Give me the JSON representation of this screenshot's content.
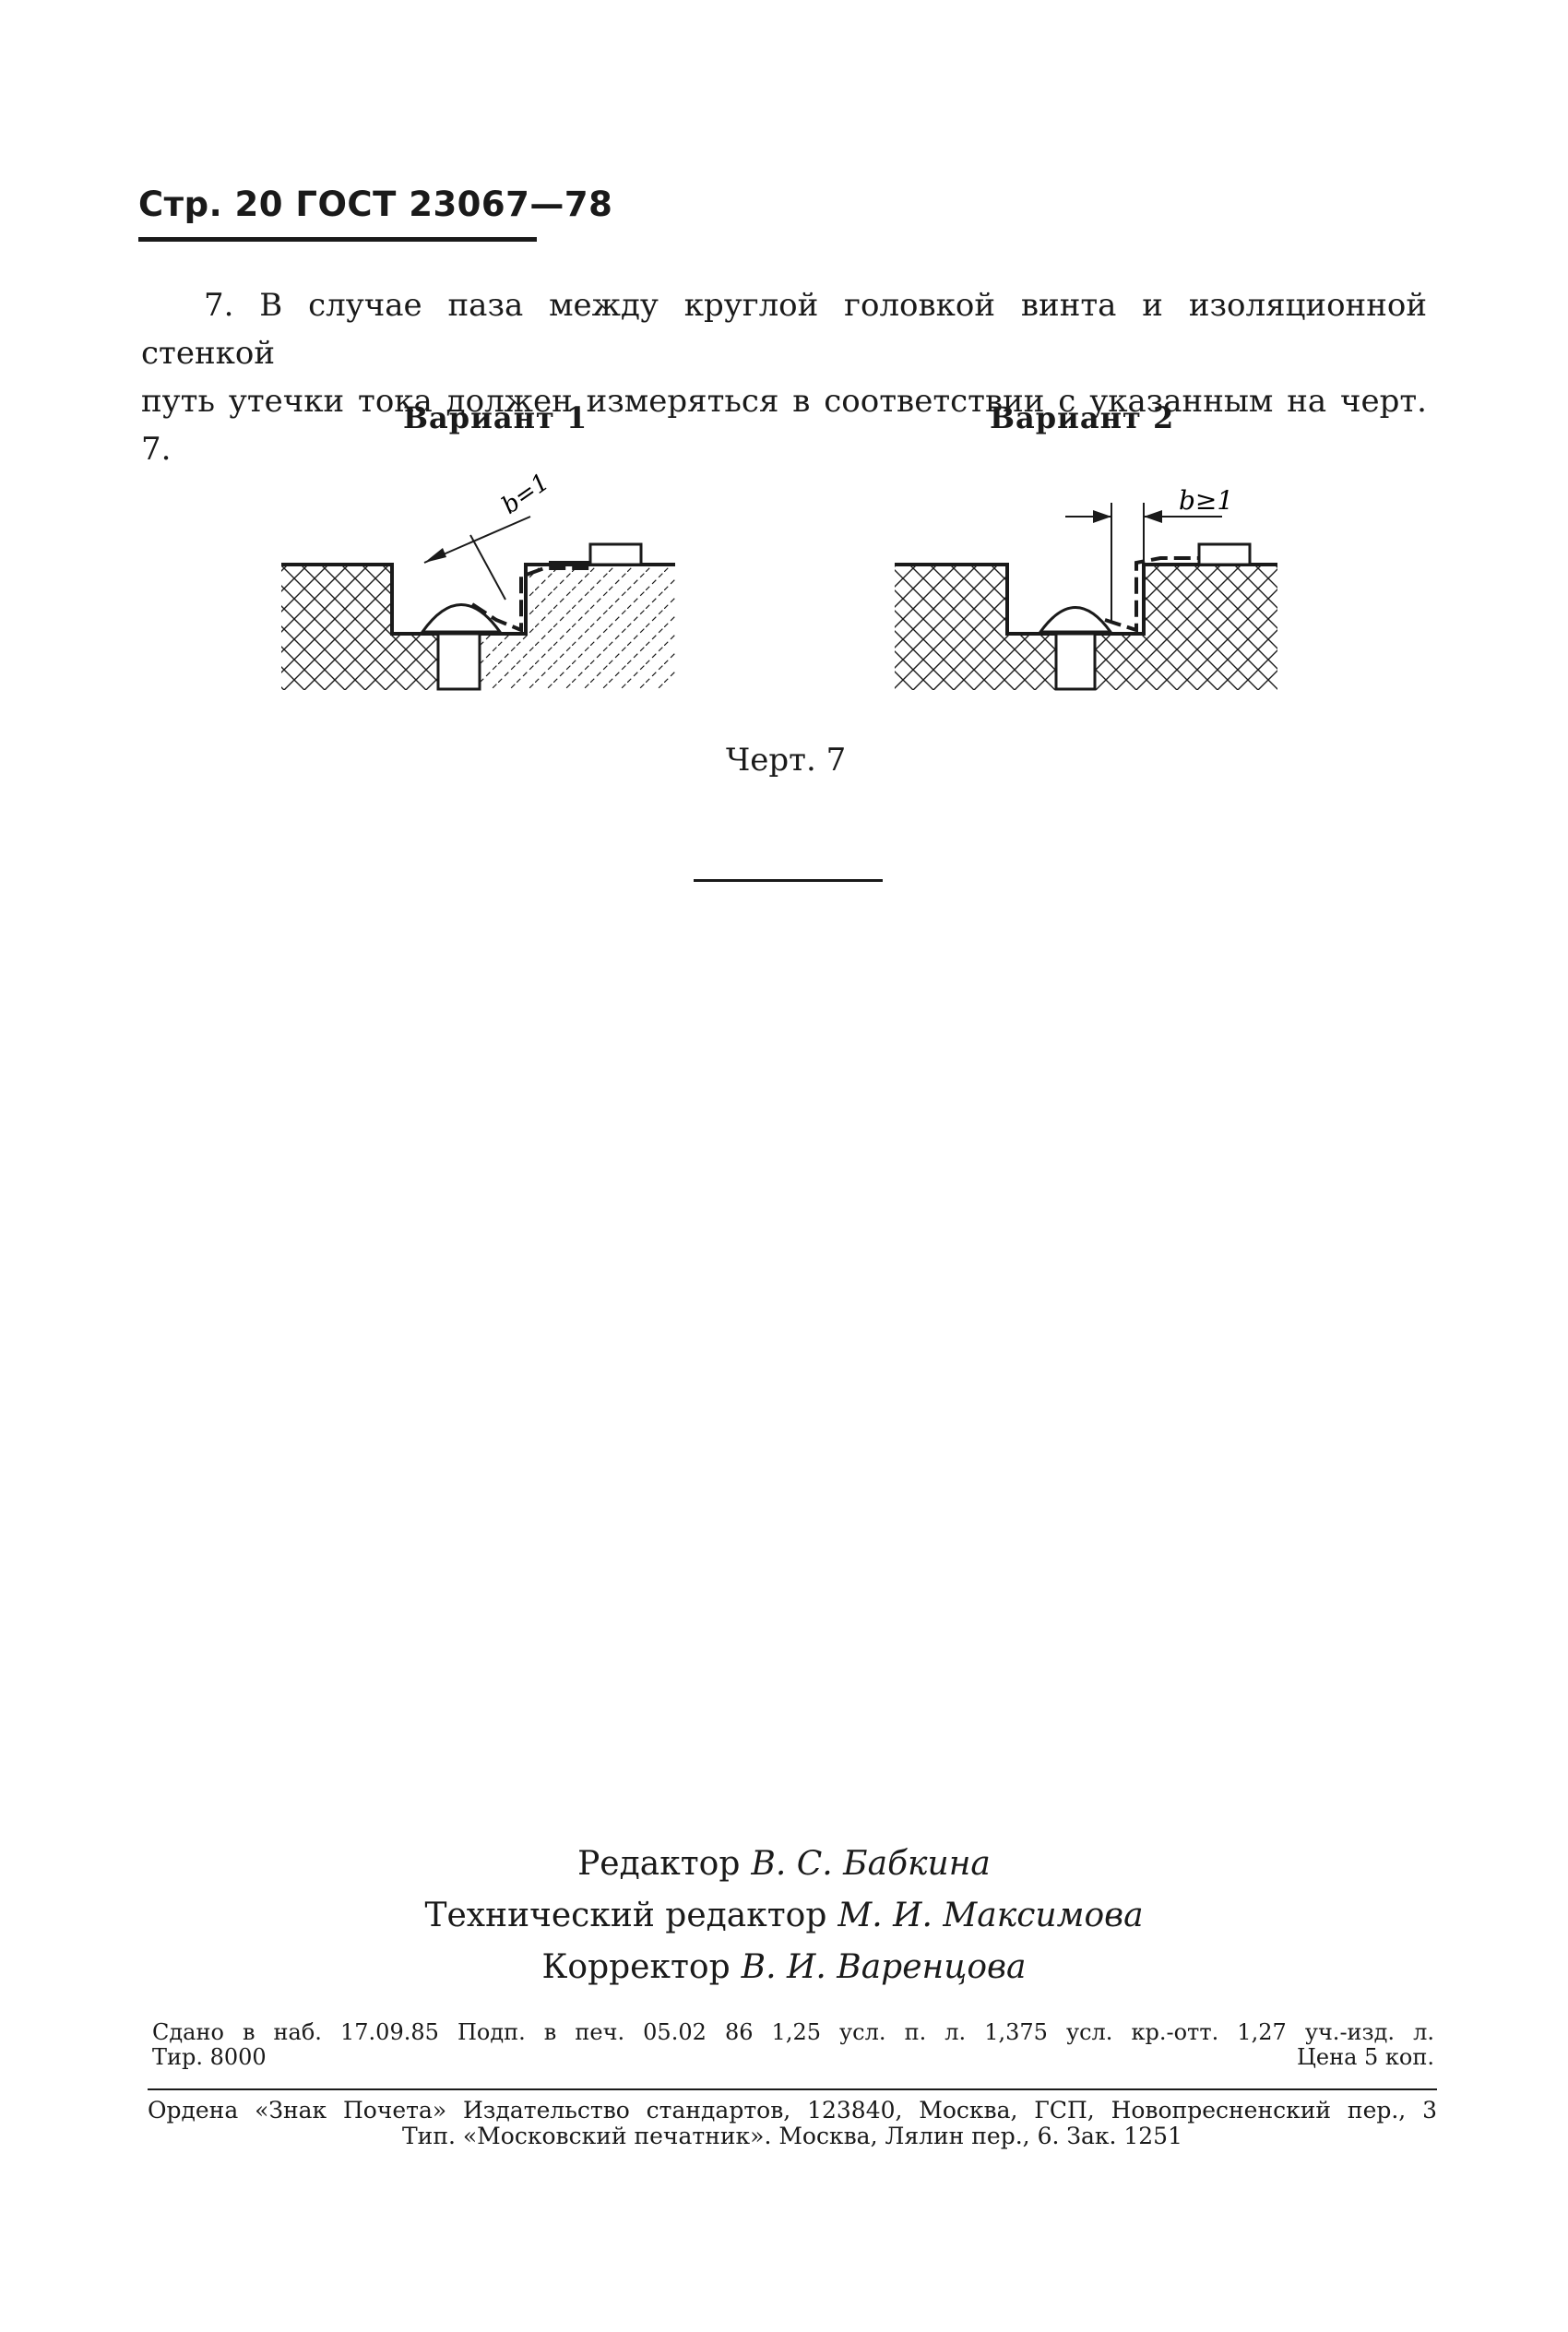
{
  "header": {
    "page_ref": "Стр. 20 ГОСТ 23067—78"
  },
  "paragraph": {
    "line1": "7. В случае паза между круглой головкой винта и изоляционной стенкой",
    "line2": "путь утечки тока должен измеряться в соответствии с указанным на черт. 7."
  },
  "figure": {
    "variant1_label": "Вариант 1",
    "variant2_label": "Вариант 2",
    "variant1_dimension": "b=1",
    "variant2_dimension": "b≥1",
    "caption": "Черт. 7"
  },
  "credits": {
    "editor_role": "Редактор",
    "editor_name": "В. С. Бабкина",
    "tech_editor_role": "Технический редактор",
    "tech_editor_name": "М. И. Максимова",
    "proofreader_role": "Корректор",
    "proofreader_name": "В. И. Варенцова"
  },
  "imprint": {
    "line1": "Сдано в наб. 17.09.85 Подп. в печ. 05.02 86 1,25 усл. п. л. 1,375 усл. кр.-отт. 1,27 уч.-изд. л.",
    "circulation": "Тир. 8000",
    "price": "Цена 5 коп."
  },
  "publisher": {
    "line1": "Ордена «Знак Почета» Издательство стандартов, 123840, Москва, ГСП, Новопресненский пер., 3",
    "line2": "Тип. «Московский печатник». Москва, Лялин пер., 6. Зак. 1251"
  }
}
